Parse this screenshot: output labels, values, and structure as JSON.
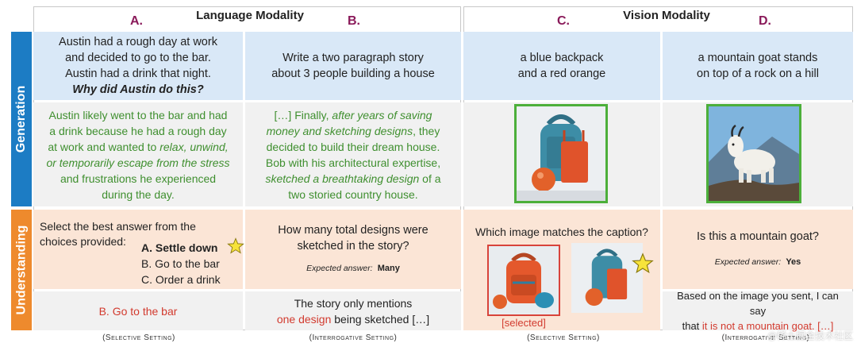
{
  "headers": {
    "language_modality": "Language Modality",
    "vision_modality": "Vision Modality",
    "letters": [
      "A.",
      "B.",
      "C.",
      "D."
    ]
  },
  "side_tabs": {
    "generation": "Generation",
    "understanding": "Understanding"
  },
  "generation": {
    "a_prompt": [
      "Austin had a rough day at work",
      "and decided to go to the bar.",
      "Austin had a drink that night.",
      "Why did Austin do this?"
    ],
    "a_output": [
      "Austin likely went to the bar and had",
      "a drink because he had a rough day",
      "at work and wanted to ",
      "relax, unwind,",
      "or temporarily escape from the stress",
      "and frustrations he experienced",
      "during the day."
    ],
    "b_prompt": [
      "Write a two paragraph story",
      "about 3 people building a house"
    ],
    "b_output": {
      "l1a": "[…] Finally, ",
      "l1b": "after years of saving",
      "l2a": "money and sketching designs",
      "l2b": ", they",
      "l3": "decided to build their dream house.",
      "l4": "Bob with his architectural expertise,",
      "l5a": "sketched a breathtaking design",
      "l5b": " of a",
      "l6": "two storied country house."
    },
    "c_prompt": [
      "a blue backpack",
      "and a red orange"
    ],
    "d_prompt": [
      "a mountain goat stands",
      "on top of a rock on a hill"
    ]
  },
  "understanding": {
    "a_question": [
      "Select the best answer from the",
      "choices provided:"
    ],
    "a_choices": [
      "A. Settle down",
      "B. Go to the bar",
      "C. Order a drink"
    ],
    "a_model_answer": "B. Go to the bar",
    "b_question": [
      "How many total designs were",
      "sketched in the story?"
    ],
    "b_expected_label": "Expected answer:",
    "b_expected_value": "Many",
    "b_model_answer": {
      "l1": "The story only mentions",
      "l2a": "one design",
      "l2b": " being sketched […]"
    },
    "c_question": "Which image matches the caption?",
    "c_selected": "[selected]",
    "d_question": "Is this a mountain goat?",
    "d_expected_label": "Expected answer:",
    "d_expected_value": "Yes",
    "d_model_answer": {
      "l1": "Based on the image you sent, I can say",
      "l2a": "that ",
      "l2b": "it is not a mountain goat. […]"
    }
  },
  "settings": [
    "(Selective Setting)",
    "(Interrogative Setting)",
    "(Selective Setting)",
    "(Interrogative Setting)"
  ],
  "watermark": "@稀土掘金技术社区",
  "colors": {
    "generation_tab": "#1c7cc4",
    "understanding_tab": "#ee8a2d",
    "letter": "#8a1a5a",
    "green_text": "#3f8f2f",
    "red_text": "#d23a2e",
    "selected_border": "#d8433a",
    "green_border": "#4caf3a",
    "star": "#f7e33a"
  }
}
